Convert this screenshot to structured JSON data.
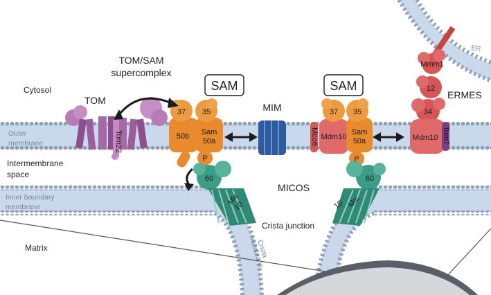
{
  "regions": {
    "cytosol": "Cytosol",
    "outer_membrane": [
      "Outer",
      "membrane"
    ],
    "intermembrane_space": [
      "Intermembrane",
      "space"
    ],
    "inner_boundary_membrane": [
      "Inner boundary",
      "membrane"
    ],
    "matrix": "Matrix",
    "er": "ER",
    "crista_junction": "Crista junction",
    "crista_membrane": [
      "Crista",
      "membrane"
    ]
  },
  "complexes": {
    "tom": "TOM",
    "tom_sam_supercomplex": [
      "TOM/SAM",
      "supercomplex"
    ],
    "sam_left": "SAM",
    "sam_right": "SAM",
    "mim": "MIM",
    "micos": "MICOS",
    "ermes": "ERMES"
  },
  "subunits": {
    "tom22": "Tom22",
    "sam37_left": "37",
    "sam35_left": "35",
    "sam50b": "50b",
    "sam50a_left": [
      "Sam",
      "50a"
    ],
    "p_left": "P",
    "mic60_left": "60",
    "mic_left": "Mic",
    "mic10_left": "10",
    "mco6": "Mco6",
    "mdm10_sam": "Mdm10",
    "sam37_right": "37",
    "sam35_right": "35",
    "sam50a_right": [
      "Sam",
      "50a"
    ],
    "p_right": "P",
    "mic60_right": "60",
    "mic_right": "Mic",
    "mic10_right": "10",
    "mmm1": "Mmm1",
    "mdm12": "12",
    "mdm34": "34",
    "mdm10_ermes": "Mdm10",
    "tom7": "Tom7"
  },
  "colors": {
    "membrane_band": "#c3d4e6",
    "head_groups": "#8e9fb4",
    "tom": "#a56aa6",
    "sam": "#e98a2c",
    "mim": "#2d5aa0",
    "micos": "#3c9d87",
    "ermes": "#d65555"
  }
}
